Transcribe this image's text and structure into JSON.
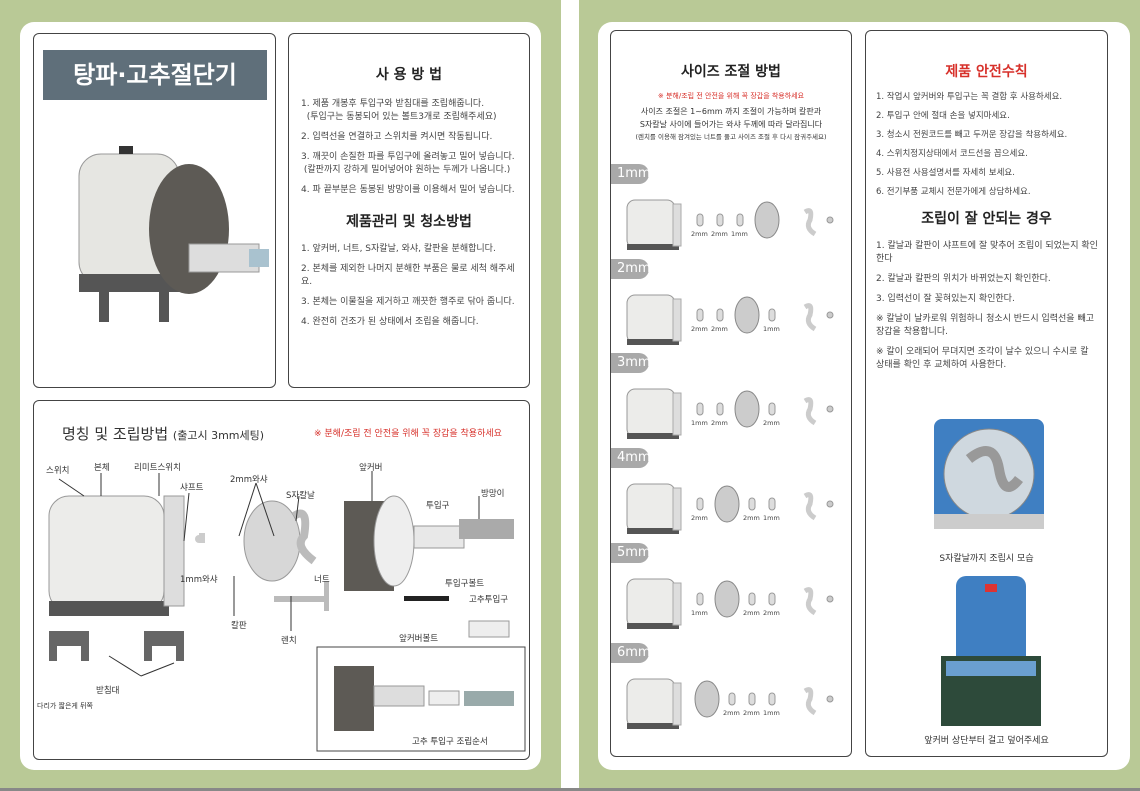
{
  "title": "탕파·고추절단기",
  "usage": {
    "heading": "사 용 방 법",
    "items": [
      "1. 제품 개봉후 투입구와 받침대를 조립해줍니다.",
      "(투입구는 동봉되어 있는 볼트3개로 조립해주세요)",
      "2. 입력선을 연결하고 스위치를 켜시면 작동됩니다.",
      "3. 깨끗이 손질한 파를 투입구에 올려놓고 밀어 넣습니다.",
      "(칼판까지 강하게 밀어넣어야 원하는 두께가 나옵니다.)",
      "4. 파 끝부분은 동봉된 방망이를 이용해서 밀어 넣습니다."
    ]
  },
  "care": {
    "heading": "제품관리 및 청소방법",
    "items": [
      "1. 앞커버, 너트, S자칼날, 와샤, 칼판을 분해합니다.",
      "2. 본체를 제외한 나머지 분해한 부품은 물로 세척 해주세요.",
      "3. 본체는 이물질을 제거하고 깨끗한 행주로 닦아 줍니다.",
      "4. 완전히 건조가 된 상태에서 조립을 해줍니다."
    ]
  },
  "parts": {
    "heading": "명칭 및 조립방법",
    "subheading": "(출고시 3mm세팅)",
    "warning": "※ 분해/조립 전 안전을 위해 꼭 장갑을 착용하세요",
    "labels": {
      "switch": "스위치",
      "body": "본체",
      "limit": "리미트스위치",
      "shaft": "샤프트",
      "washer2": "2mm와샤",
      "sblade": "S자칼날",
      "cover": "앞커버",
      "inlet": "투입구",
      "pusher": "방망이",
      "washer1": "1mm와샤",
      "plate": "칼판",
      "nut": "너트",
      "inletbolt": "투입구볼트",
      "wrench": "렌치",
      "pepper": "고추투입구",
      "coverbolt": "앞커버볼트",
      "stand": "받침대",
      "standnote": "다리가 짧은게 뒤쪽",
      "order": "고추 투입구 조립순서"
    }
  },
  "size": {
    "heading": "사이즈 조절 방법",
    "warning": "※ 분해/조립 전 안전을 위해 꼭 장갑을 착용하세요",
    "lines": [
      "사이즈 조절은 1~6mm 까지 조절이 가능하며 칼판과",
      "S자칼날 사이에 들어가는 와샤 두께에 따라 달라집니다",
      "(렌치를 이용해 잠겨있는 너트를 풀고 사이즈 조절 후 다시 잠궈주세요)"
    ],
    "rows": [
      {
        "tag": "1mm",
        "before": [
          "2mm",
          "2mm",
          "1mm"
        ],
        "after": []
      },
      {
        "tag": "2mm",
        "before": [
          "2mm",
          "2mm"
        ],
        "after": [
          "1mm"
        ]
      },
      {
        "tag": "3mm",
        "before": [
          "1mm",
          "2mm"
        ],
        "after": [
          "2mm"
        ]
      },
      {
        "tag": "4mm",
        "before": [
          "2mm"
        ],
        "after": [
          "2mm",
          "1mm"
        ]
      },
      {
        "tag": "5mm",
        "before": [
          "1mm"
        ],
        "after": [
          "2mm",
          "2mm"
        ]
      },
      {
        "tag": "6mm",
        "before": [],
        "after": [
          "2mm",
          "2mm",
          "1mm"
        ]
      }
    ]
  },
  "safety": {
    "heading": "제품 안전수칙",
    "items": [
      "1. 작업시 앞커버와 투입구는 꼭 결합 후 사용하세요.",
      "2. 투입구 안에 절대 손을 넣지마세요.",
      "3. 청소시 전원코드를 빼고 두꺼운 장갑을 착용하세요.",
      "4. 스위치정지상태에서 코드선을 꼽으세요.",
      "5. 사용전 사용설명서를 자세히 보세요.",
      "6. 전기부품 교체시 전문가에게 상담하세요."
    ]
  },
  "trouble": {
    "heading": "조립이 잘 안되는 경우",
    "items": [
      "1. 칼날과 칼판이 샤프트에 잘 맞추어 조립이 되었는지 확인한다",
      "2. 칼날과 칼판의 위치가 바뀌었는지 확인한다.",
      "3. 입력선이 잘 꽂혀있는지 확인한다.",
      "※ 칼날이 날카로워 위험하니 청소시 반드시 입력선을 빼고 장갑을 착용합니다.",
      "※ 칼이 오래되어 무뎌지면 조각이 날수 있으니 수시로 칼 상태를 확인 후 교체하여 사용한다."
    ],
    "caption1": "S자칼날까지 조립시 모습",
    "caption2": "앞커버 상단부터 걸고 덮어주세요"
  },
  "colors": {
    "green": "#b9c996",
    "red": "#d7302a",
    "titlebox": "#5f6f7a"
  }
}
